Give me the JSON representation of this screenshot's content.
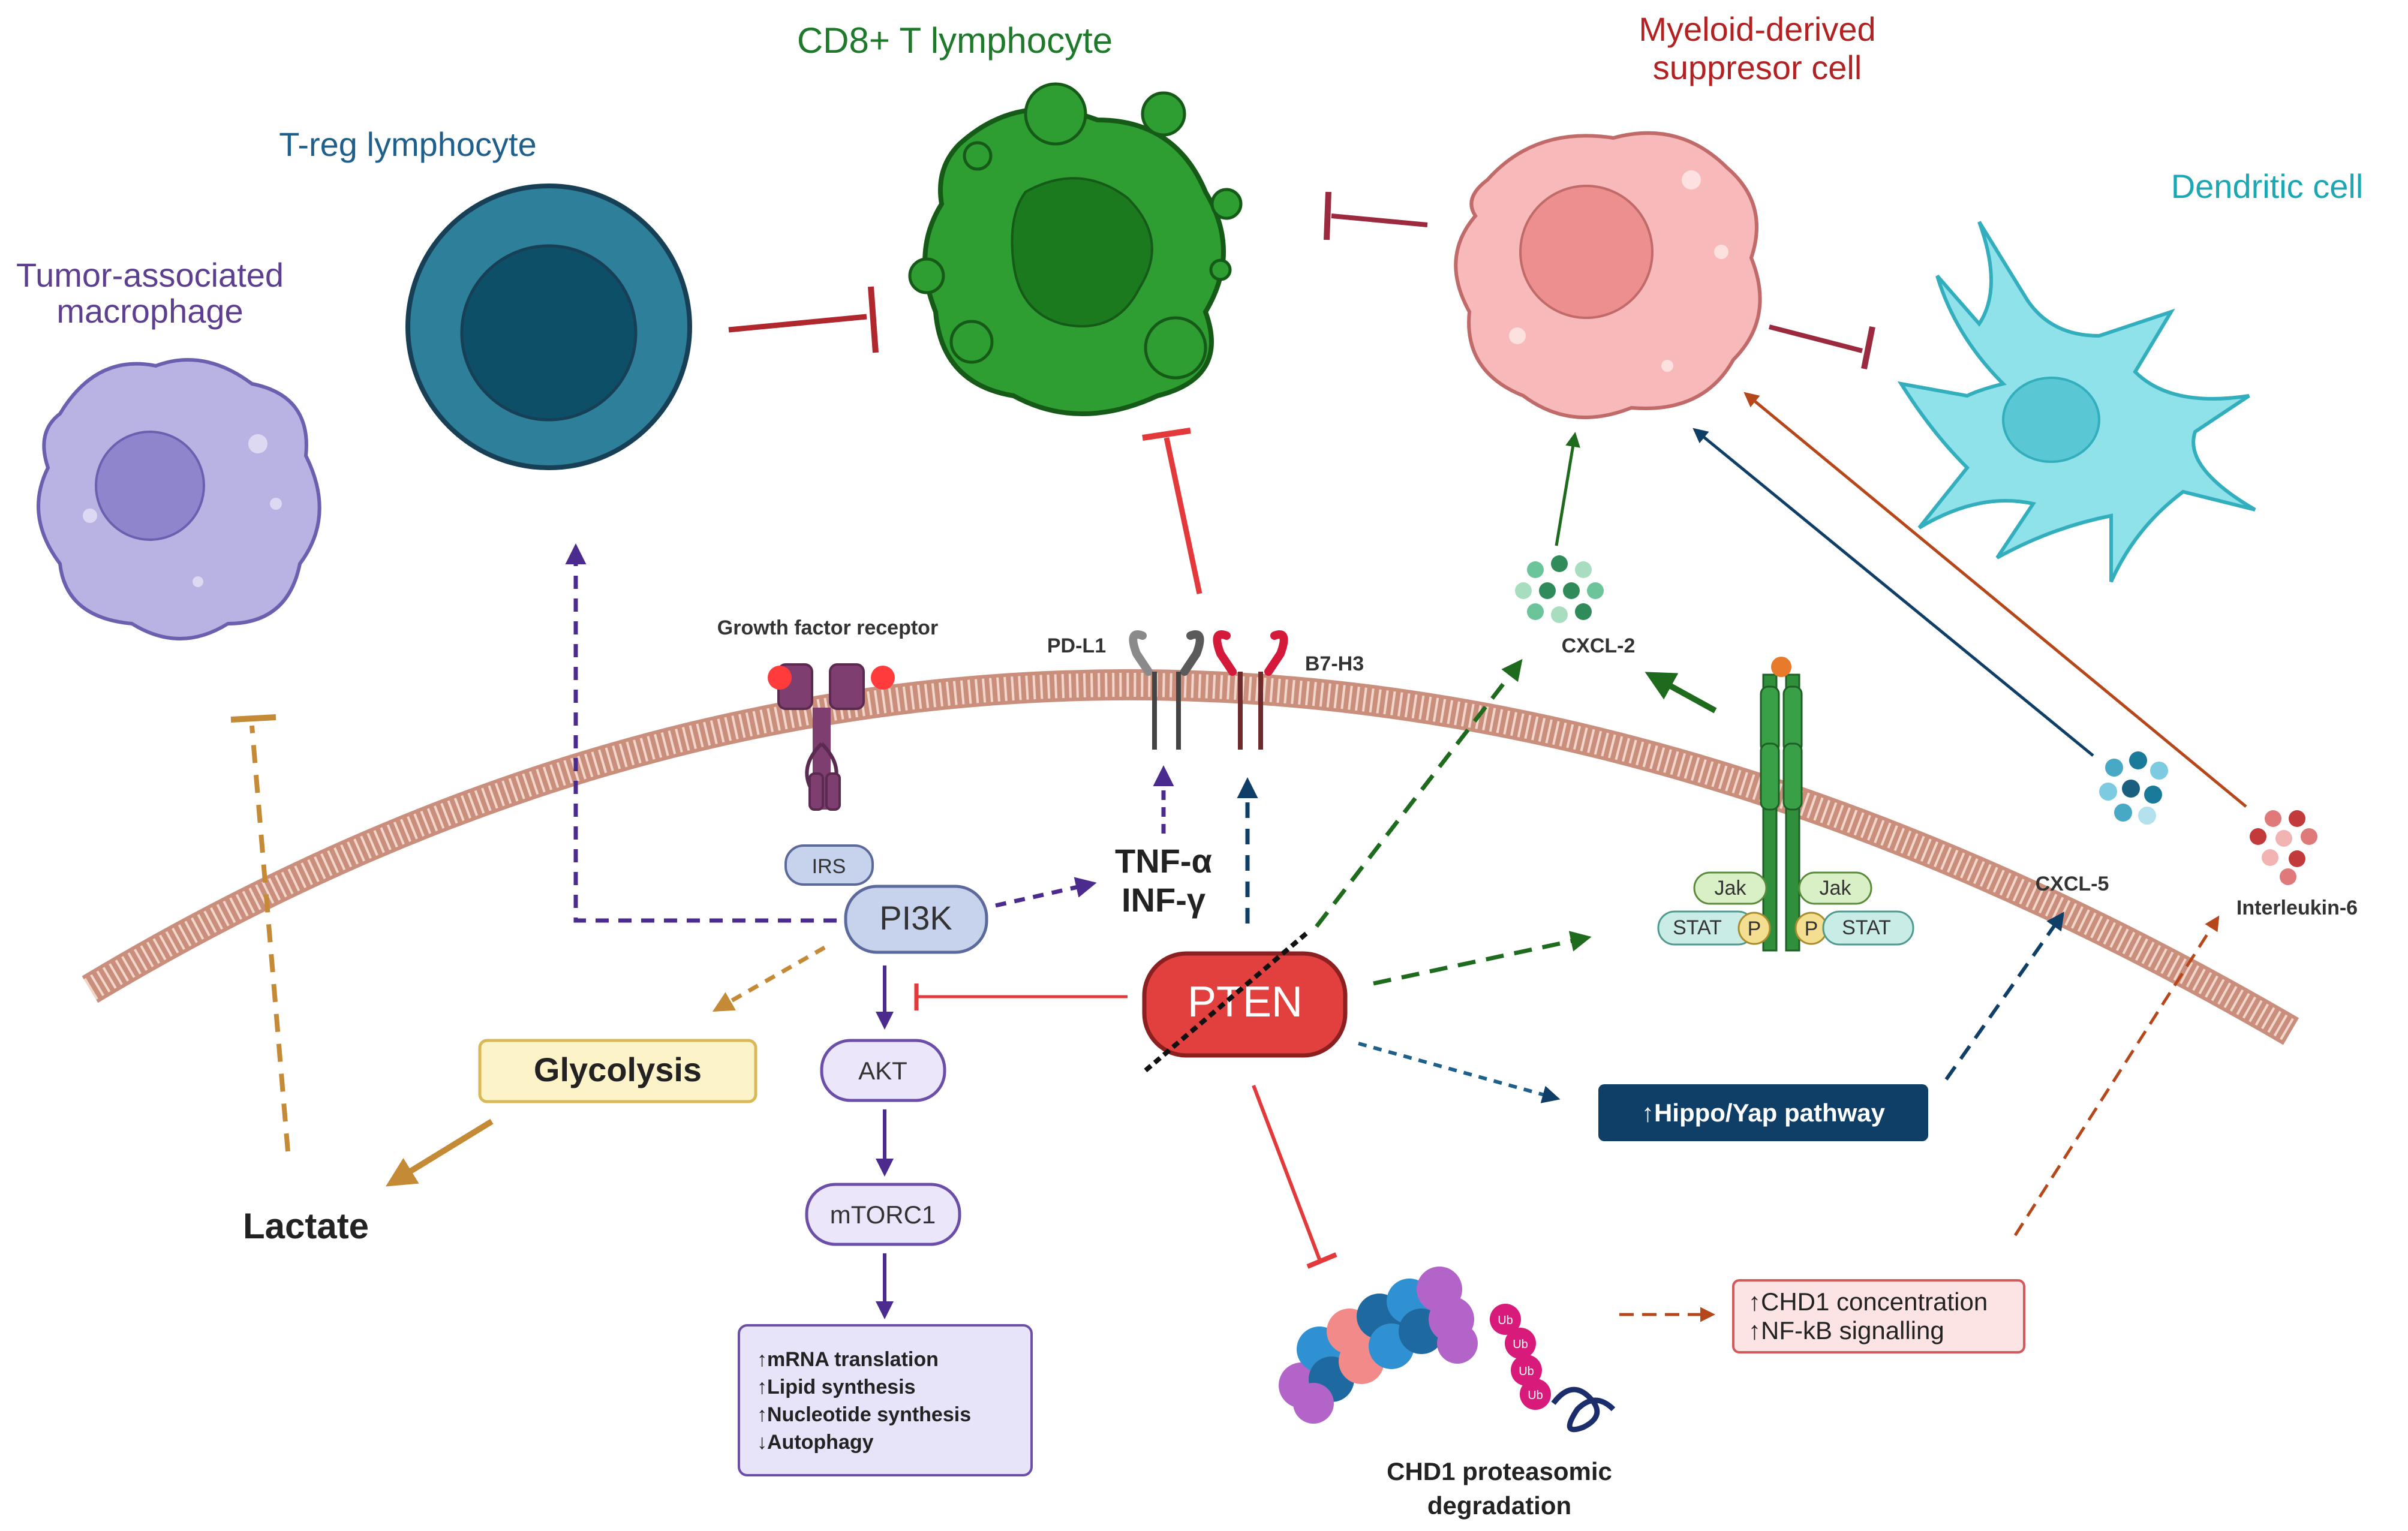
{
  "cells": {
    "tam": {
      "label_line1": "Tumor-associated",
      "label_line2": "macrophage"
    },
    "treg": {
      "label": "T-reg lymphocyte"
    },
    "cd8": {
      "label": "CD8+ T lymphocyte"
    },
    "mdsc": {
      "label_line1": "Myeloid-derived",
      "label_line2": "suppresor cell"
    },
    "dendritic": {
      "label": "Dendritic cell"
    }
  },
  "membrane": {
    "growth_factor_receptor": "Growth factor receptor",
    "irs": "IRS",
    "pdl1": "PD-L1",
    "b7h3": "B7-H3",
    "cxcl2": "CXCL-2",
    "cxcl5": "CXCL-5",
    "il6": "Interleukin-6",
    "jak_left": "Jak",
    "jak_right": "Jak",
    "stat_left": "STAT",
    "stat_right": "STAT",
    "p_left": "P",
    "p_right": "P"
  },
  "pathway": {
    "pi3k": "PI3K",
    "akt": "AKT",
    "mtorc1": "mTORC1",
    "pten": "PTEN",
    "tnf": "TNF-α",
    "inf": "INF-γ",
    "glycolysis": "Glycolysis",
    "lactate": "Lactate",
    "mtor_effects": [
      "↑mRNA translation",
      "↑Lipid synthesis",
      "↑Nucleotide synthesis",
      "↓Autophagy"
    ],
    "hippo": "↑Hippo/Yap pathway",
    "chd1_effects": [
      "↑CHD1 concentration",
      "↑NF-kB signalling"
    ],
    "chd1_degradation_line1": "CHD1 proteasomic",
    "chd1_degradation_line2": "degradation",
    "ub": "Ub"
  },
  "colors": {
    "tam": "#5c3f8f",
    "treg": "#1f5f8b",
    "cd8": "#1e7a2a",
    "mdsc": "#b22222",
    "dendritic": "#1aa8b5",
    "inhibit": "#b0282e",
    "purple": "#4b2c8e",
    "brown": "#c58a35",
    "green_arrow": "#1e6b1e",
    "navy": "#0f3e66",
    "rust": "#b5471a",
    "pten": "#e2403e"
  }
}
